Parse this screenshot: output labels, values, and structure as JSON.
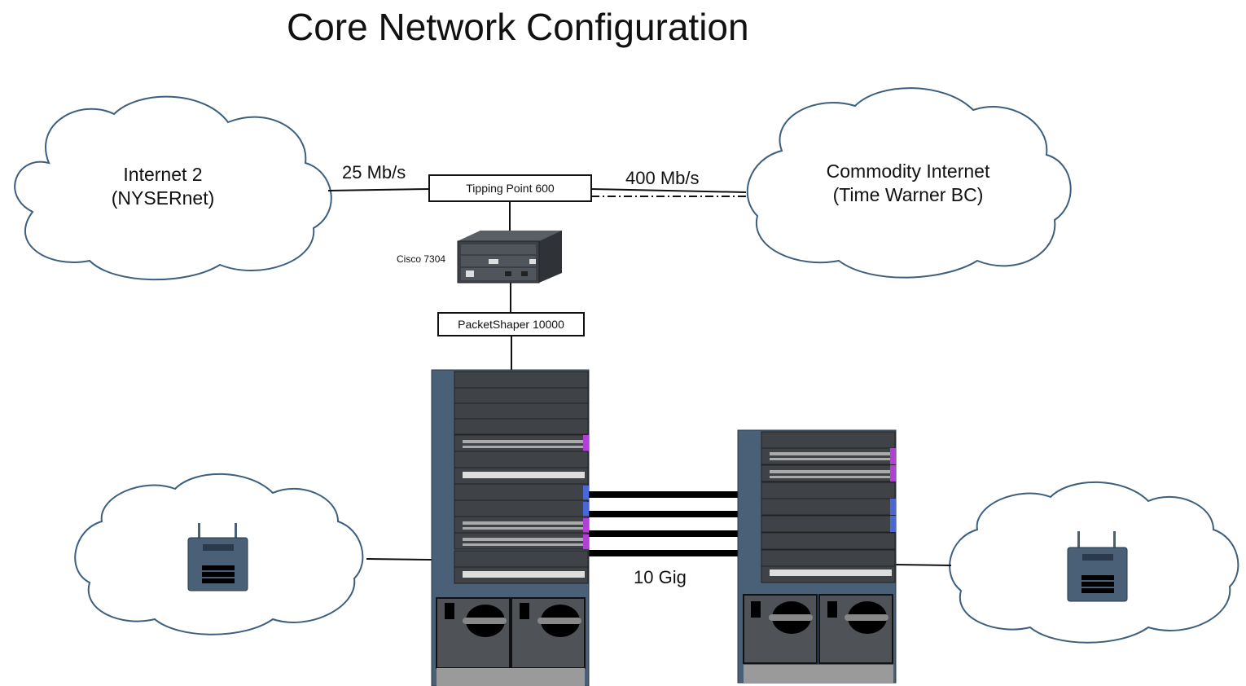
{
  "title": "Core Network Configuration",
  "clouds": {
    "internet2": {
      "line1": "Internet 2",
      "line2": "(NYSERnet)"
    },
    "commodity": {
      "line1": "Commodity Internet",
      "line2": "(Time Warner BC)"
    }
  },
  "links": {
    "internet2_speed": "25 Mb/s",
    "commodity_speed": "400 Mb/s",
    "core_interconnect": "10 Gig"
  },
  "devices": {
    "tipping_point": "Tipping Point 600",
    "router": "Cisco 7304",
    "packetshaper": "PacketShaper 10000"
  },
  "colors": {
    "chassis": "#4a6077",
    "module": "#3f4247",
    "cloud_stroke": "#3d5f7e",
    "port_magenta": "#b23fd6",
    "port_blue": "#4a67d8"
  }
}
